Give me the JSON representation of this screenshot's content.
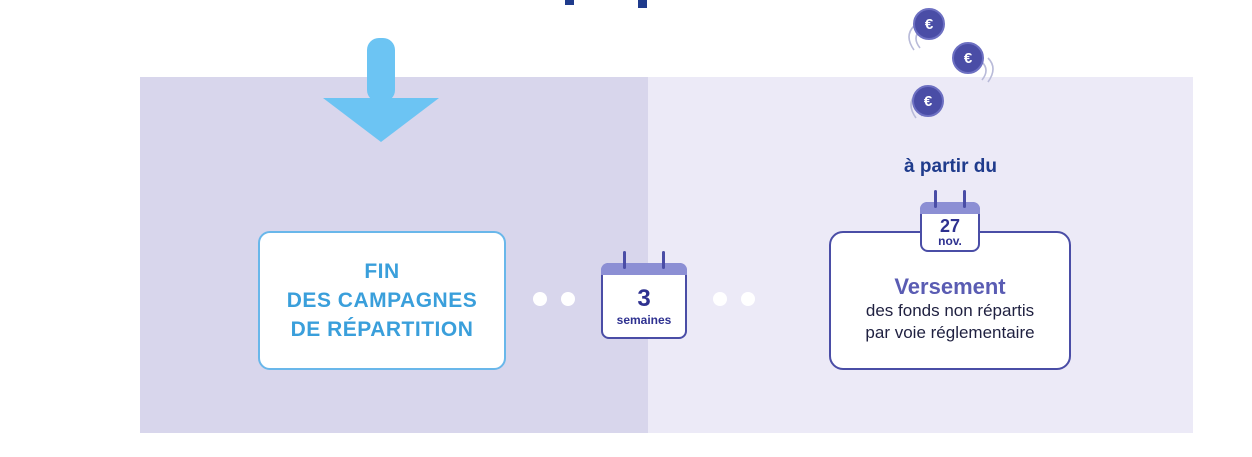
{
  "phases": {
    "left": {
      "box_lines": [
        "FIN",
        "DES CAMPAGNES",
        "DE RÉPARTITION"
      ]
    },
    "middle": {
      "delay_number": "3",
      "delay_unit": "semaines"
    },
    "right": {
      "from_label": "à partir du",
      "date_day": "27",
      "date_month": "nov.",
      "box_title": "Versement",
      "box_subtitle_lines": [
        "des fonds non répartis",
        "par voie réglementaire"
      ],
      "coin_symbol": "€"
    }
  },
  "colors": {
    "band_left": "#d8d6ec",
    "band_right": "#eceaf7",
    "arrow": "#6cc4f3",
    "left_accent": "#3a9fdb",
    "right_accent": "#4a4da6",
    "calendar_header": "#8c8fd4",
    "heading_text": "#1f3b8c"
  },
  "icons": [
    "down-arrow-icon",
    "calendar-icon",
    "euro-coin-icon"
  ]
}
